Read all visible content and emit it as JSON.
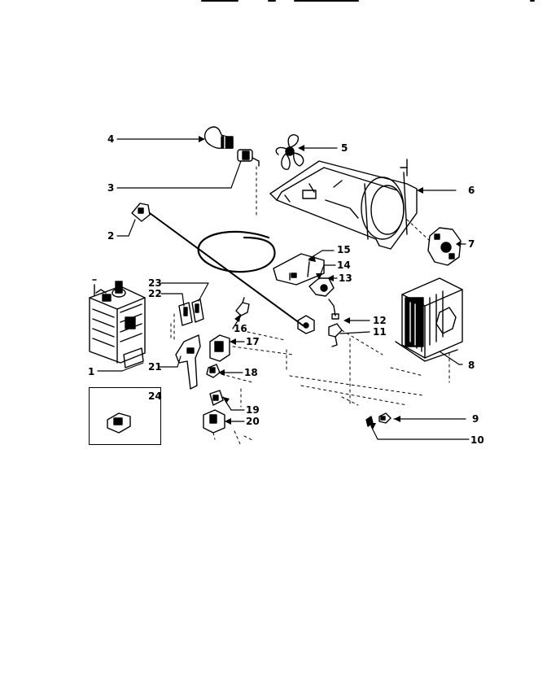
{
  "diagram": {
    "parts": [
      {
        "id": "p1",
        "number": "1"
      },
      {
        "id": "p2",
        "number": "2"
      },
      {
        "id": "p3",
        "number": "3"
      },
      {
        "id": "p4",
        "number": "4"
      },
      {
        "id": "p5",
        "number": "5"
      },
      {
        "id": "p6",
        "number": "6"
      },
      {
        "id": "p7",
        "number": "7"
      },
      {
        "id": "p8",
        "number": "8"
      },
      {
        "id": "p9",
        "number": "9"
      },
      {
        "id": "p10",
        "number": "10"
      },
      {
        "id": "p11",
        "number": "11"
      },
      {
        "id": "p12",
        "number": "12"
      },
      {
        "id": "p13",
        "number": "13"
      },
      {
        "id": "p14",
        "number": "14"
      },
      {
        "id": "p15",
        "number": "15"
      },
      {
        "id": "p16",
        "number": "16"
      },
      {
        "id": "p17",
        "number": "17"
      },
      {
        "id": "p18",
        "number": "18"
      },
      {
        "id": "p19",
        "number": "19"
      },
      {
        "id": "p20",
        "number": "20"
      },
      {
        "id": "p21",
        "number": "21"
      },
      {
        "id": "p22",
        "number": "22"
      },
      {
        "id": "p23",
        "number": "23"
      },
      {
        "id": "p24",
        "number": "24"
      }
    ]
  }
}
